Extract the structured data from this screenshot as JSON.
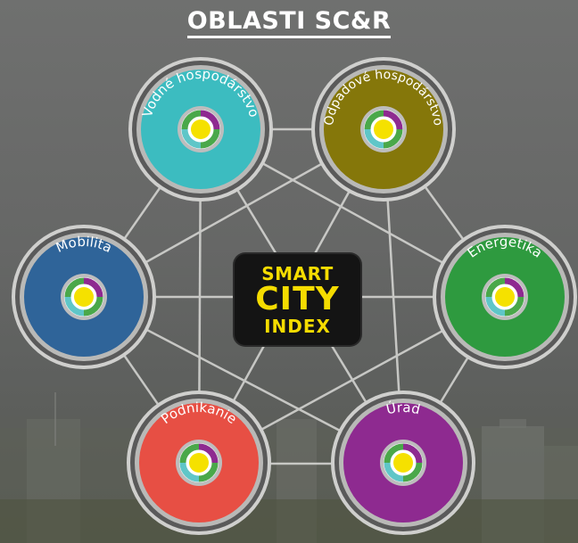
{
  "title": "OBLASTI SC&R",
  "center": {
    "line1": "SMART",
    "line2": "CITY",
    "line3": "INDEX"
  },
  "colors": {
    "water": "#3cbcc0",
    "waste": "#85770a",
    "energy": "#2e9a3f",
    "office": "#8e2a90",
    "business": "#e74f44",
    "mobility": "#2f6499",
    "index_text": "#f5dc00",
    "ring_purple": "#8e2a90",
    "ring_green": "#4aa84a",
    "ring_teal": "#5fc6c8",
    "ring_yellow": "#f5e100"
  },
  "areas": [
    {
      "id": "water",
      "label": "Vodné hospodárstvo",
      "color": "#3cbcc0"
    },
    {
      "id": "waste",
      "label": "Odpadové hospodárstvo",
      "color": "#85770a"
    },
    {
      "id": "energy",
      "label": "Energetika",
      "color": "#2e9a3f"
    },
    {
      "id": "office",
      "label": "Úrad",
      "color": "#8e2a90"
    },
    {
      "id": "business",
      "label": "Podnikanie",
      "color": "#e74f44"
    },
    {
      "id": "mobility",
      "label": "Mobilita",
      "color": "#2f6499"
    }
  ]
}
